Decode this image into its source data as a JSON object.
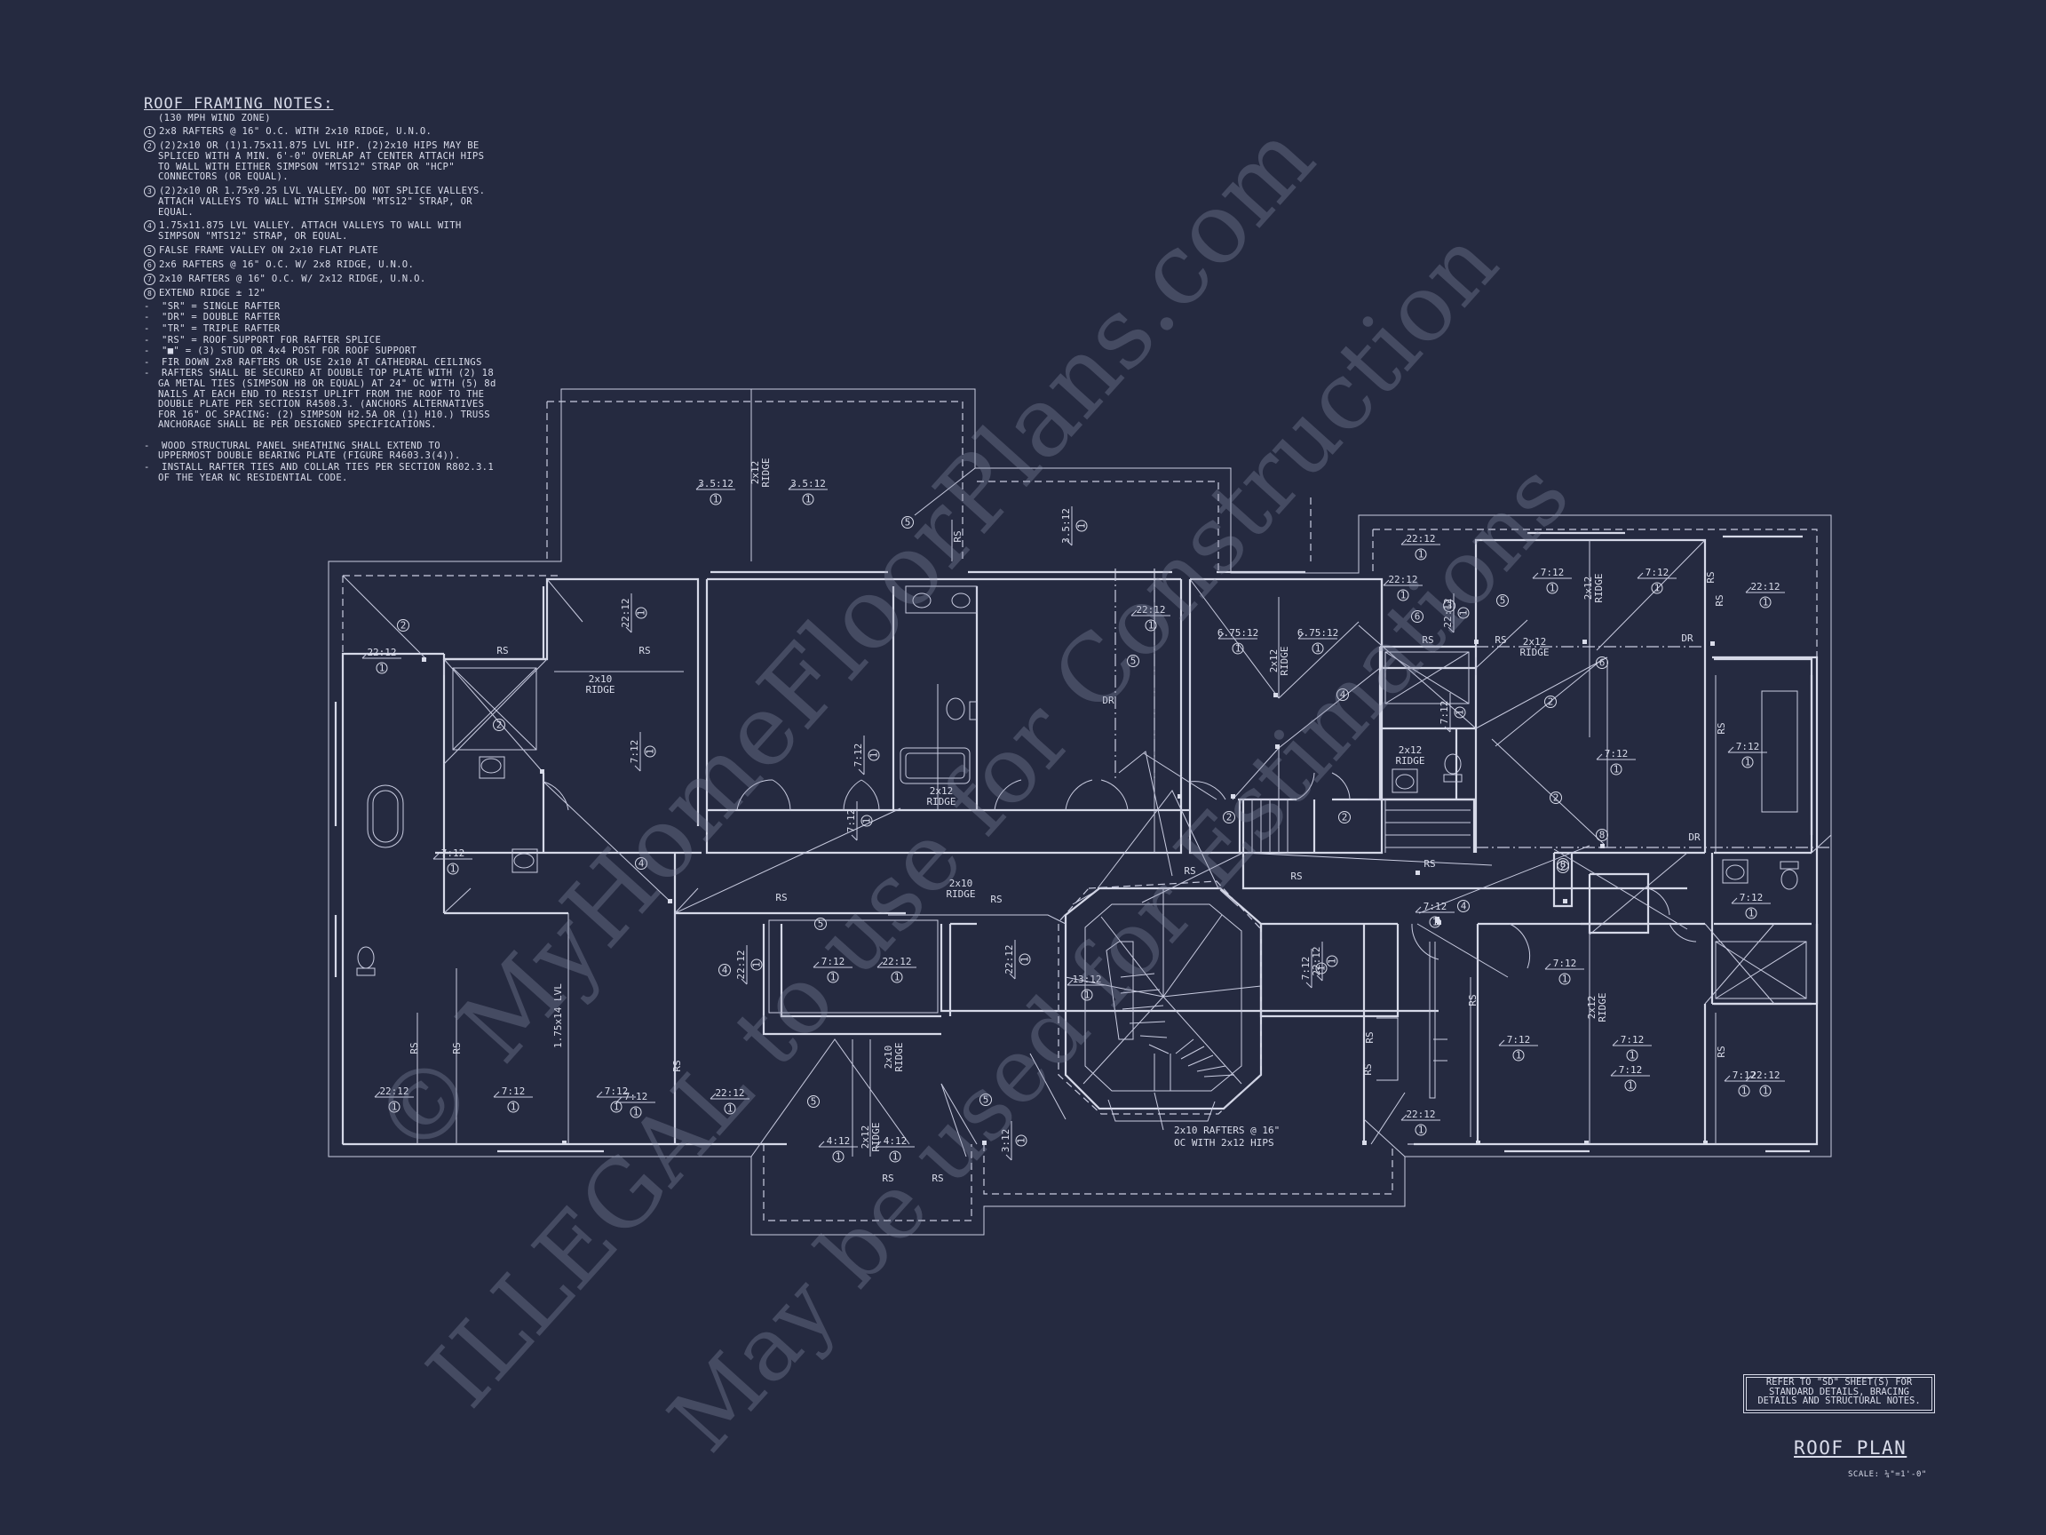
{
  "notes": {
    "title": "ROOF FRAMING NOTES:",
    "wind": "(130 MPH WIND ZONE)",
    "items": [
      {
        "n": "1",
        "text": "2x8 RAFTERS @ 16\" O.C. WITH 2x10 RIDGE, U.N.O."
      },
      {
        "n": "2",
        "text": "(2)2x10 OR (1)1.75x11.875 LVL HIP. (2)2x10 HIPS MAY BE SPLICED WITH A MIN. 6'-0\" OVERLAP AT CENTER ATTACH HIPS TO WALL WITH EITHER SIMPSON \"MTS12\" STRAP OR \"HCP\" CONNECTORS (OR EQUAL)."
      },
      {
        "n": "3",
        "text": "(2)2x10 OR 1.75x9.25 LVL VALLEY. DO NOT SPLICE VALLEYS. ATTACH VALLEYS TO WALL WITH SIMPSON \"MTS12\" STRAP, OR EQUAL."
      },
      {
        "n": "4",
        "text": "1.75x11.875 LVL VALLEY. ATTACH VALLEYS TO WALL WITH SIMPSON \"MTS12\" STRAP, OR EQUAL."
      },
      {
        "n": "5",
        "text": "FALSE FRAME VALLEY ON 2x10 FLAT PLATE"
      },
      {
        "n": "6",
        "text": "2x6 RAFTERS @ 16\" O.C. W/ 2x8 RIDGE, U.N.O."
      },
      {
        "n": "7",
        "text": "2x10 RAFTERS @ 16\" O.C. W/ 2x12 RIDGE, U.N.O."
      },
      {
        "n": "8",
        "text": "EXTEND RIDGE ± 12\""
      }
    ],
    "bullets": [
      "\"SR\" = SINGLE RAFTER",
      "\"DR\" = DOUBLE RAFTER",
      "\"TR\" = TRIPLE RAFTER",
      "\"RS\" = ROOF SUPPORT FOR RAFTER SPLICE",
      "\"■\" = (3) STUD OR 4x4 POST FOR ROOF SUPPORT",
      "FIR DOWN 2x8 RAFTERS OR USE 2x10 AT CATHEDRAL CEILINGS",
      "RAFTERS SHALL BE SECURED AT DOUBLE TOP PLATE WITH (2) 18 GA METAL TIES (SIMPSON H8 OR EQUAL) AT 24\" OC WITH (5) 8d NAILS AT EACH END TO RESIST UPLIFT FROM THE ROOF TO THE DOUBLE PLATE PER SECTION R4508.3. (ANCHORS ALTERNATIVES FOR 16\" OC SPACING: (2) SIMPSON H2.5A OR (1) H10.) TRUSS ANCHORAGE SHALL BE PER DESIGNED SPECIFICATIONS."
    ],
    "bullets2": [
      "WOOD STRUCTURAL PANEL SHEATHING SHALL EXTEND TO UPPERMOST DOUBLE BEARING PLATE (FIGURE R4603.3(4)).",
      "INSTALL RAFTER TIES AND COLLAR TIES PER SECTION R802.3.1 OF THE YEAR NC RESIDENTIAL CODE."
    ]
  },
  "reference_note": {
    "lines": [
      "REFER TO \"SD\" SHEET(S) FOR",
      "STANDARD DETAILS, BRACING",
      "DETAILS AND STRUCTURAL NOTES."
    ]
  },
  "title_block": {
    "title": "ROOF PLAN",
    "scale": "SCALE: ¼\"=1'-0\""
  },
  "watermark": {
    "line1": "© MyHomeFloorPlans.com",
    "line2": "ILLEGAL to use for Construction",
    "line3": "May be used for Estimations"
  },
  "plan": {
    "pitch_labels": [
      {
        "id": "p1",
        "text": "3.5:12",
        "c": "1"
      },
      {
        "id": "p2",
        "text": "3.5:12",
        "c": "1"
      },
      {
        "id": "p3",
        "text": "3.5:12",
        "c": "1"
      },
      {
        "id": "p4",
        "text": "22:12",
        "c": "1"
      },
      {
        "id": "p5",
        "text": "22:12",
        "c": "1"
      },
      {
        "id": "p6",
        "text": "7:12",
        "c": "1"
      },
      {
        "id": "p7",
        "text": "7:12",
        "c": "1"
      },
      {
        "id": "p8",
        "text": "7:12",
        "c": "1"
      },
      {
        "id": "p9",
        "text": "22:12",
        "c": "1"
      },
      {
        "id": "p10",
        "text": "6.75:12",
        "c": "1"
      },
      {
        "id": "p11",
        "text": "6.75:12",
        "c": "1"
      },
      {
        "id": "p12",
        "text": "22:12",
        "c": "1"
      },
      {
        "id": "p13",
        "text": "22:12",
        "c": "1"
      },
      {
        "id": "p14",
        "text": "22:12",
        "c": "1"
      },
      {
        "id": "p15",
        "text": "7:12",
        "c": "1"
      },
      {
        "id": "p16",
        "text": "7:12",
        "c": "1"
      },
      {
        "id": "p17",
        "text": "22:12",
        "c": "1"
      },
      {
        "id": "p18",
        "text": "7:12",
        "c": "1"
      },
      {
        "id": "p19",
        "text": "7:12",
        "c": "1"
      },
      {
        "id": "p20",
        "text": "7:12",
        "c": "1"
      },
      {
        "id": "p21",
        "text": "7:12",
        "c": "1"
      },
      {
        "id": "p22",
        "text": "7:12",
        "c": "1"
      },
      {
        "id": "p23",
        "text": "7:12",
        "c": "1"
      },
      {
        "id": "p24",
        "text": "7:12",
        "c": "1"
      },
      {
        "id": "p25",
        "text": "22:12",
        "c": "1"
      },
      {
        "id": "p26",
        "text": "22:12",
        "c": "1"
      },
      {
        "id": "p27",
        "text": "7:12",
        "c": "1"
      },
      {
        "id": "p28",
        "text": "7:12",
        "c": "1"
      },
      {
        "id": "p29",
        "text": "22:12",
        "c": "1"
      },
      {
        "id": "p30",
        "text": "7:12",
        "c": "1"
      },
      {
        "id": "p31",
        "text": "7:12",
        "c": "1"
      },
      {
        "id": "p32",
        "text": "22:12",
        "c": "1"
      },
      {
        "id": "p33",
        "text": "13:12",
        "c": "1"
      },
      {
        "id": "p34",
        "text": "22:12",
        "c": "1"
      },
      {
        "id": "p35",
        "text": "22:12",
        "c": "1"
      },
      {
        "id": "p36",
        "text": "4:12",
        "c": "1"
      },
      {
        "id": "p37",
        "text": "4:12",
        "c": "1"
      },
      {
        "id": "p38",
        "text": "3:12",
        "c": "1"
      },
      {
        "id": "p39",
        "text": "7:12",
        "c": "1"
      },
      {
        "id": "p40",
        "text": "7:12",
        "c": "1"
      },
      {
        "id": "p41",
        "text": "22:12",
        "c": "1"
      },
      {
        "id": "p42",
        "text": "22:12",
        "c": "1"
      },
      {
        "id": "p43",
        "text": "7:12",
        "c": "1"
      },
      {
        "id": "p44",
        "text": "7:12",
        "c": "1"
      },
      {
        "id": "p45",
        "text": "7:12",
        "c": "1"
      }
    ],
    "ridge_labels": [
      {
        "id": "r1",
        "size": "2x12",
        "label": "RIDGE"
      },
      {
        "id": "r2",
        "size": "2x10",
        "label": "RIDGE"
      },
      {
        "id": "r3",
        "size": "2x12",
        "label": "RIDGE"
      },
      {
        "id": "r4",
        "size": "2x12",
        "label": "RIDGE"
      },
      {
        "id": "r5",
        "size": "2x12",
        "label": "RIDGE"
      },
      {
        "id": "r6",
        "size": "2x12",
        "label": "RIDGE"
      },
      {
        "id": "r7",
        "size": "2x12",
        "label": "RIDGE"
      },
      {
        "id": "r8",
        "size": "2x12",
        "label": "RIDGE"
      },
      {
        "id": "r9",
        "size": "2x10",
        "label": "RIDGE"
      },
      {
        "id": "r10",
        "size": "2x12",
        "label": "RIDGE"
      },
      {
        "id": "r11",
        "size": "2x10",
        "label": "RIDGE"
      }
    ],
    "rs_labels": [
      "RS",
      "RS",
      "RS",
      "RS",
      "RS",
      "RS",
      "RS",
      "RS",
      "RS",
      "RS",
      "RS",
      "RS",
      "RS",
      "RS",
      "RS",
      "RS",
      "RS",
      "RS",
      "RS",
      "RS",
      "RS",
      "RS"
    ],
    "dr_labels": [
      "DR",
      "DR",
      "DR"
    ],
    "lvl_label": "1.75x14 LVL",
    "rafter_note": [
      "2x10 RAFTERS @ 16\"",
      "OC WITH 2x12 HIPS"
    ],
    "callouts": [
      "1",
      "2",
      "3",
      "4",
      "5",
      "6",
      "8"
    ]
  }
}
